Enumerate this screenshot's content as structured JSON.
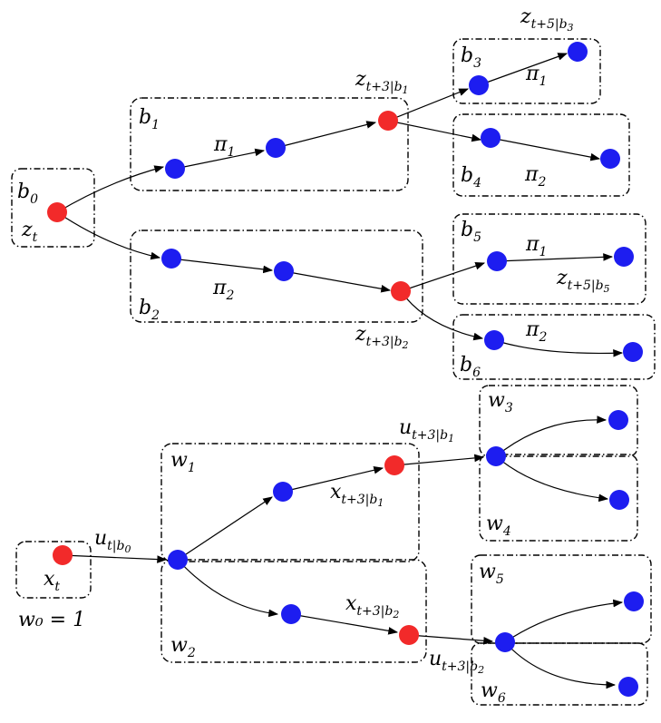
{
  "colors": {
    "decision_node": "#f22a2a",
    "intermediate_node": "#1d1df0",
    "edges": "#000000"
  },
  "top_tree": {
    "boxes": {
      "b0": {
        "name": "b",
        "sub": "0"
      },
      "b1": {
        "name": "b",
        "sub": "1"
      },
      "b2": {
        "name": "b",
        "sub": "2"
      },
      "b3": {
        "name": "b",
        "sub": "3"
      },
      "b4": {
        "name": "b",
        "sub": "4"
      },
      "b5": {
        "name": "b",
        "sub": "5"
      },
      "b6": {
        "name": "b",
        "sub": "6"
      }
    },
    "state_labels": {
      "root": {
        "base": "z",
        "sub": "t"
      },
      "z_b1": {
        "base": "z",
        "sub": "t+3|b",
        "subsub": "1"
      },
      "z_b2": {
        "base": "z",
        "sub": "t+3|b",
        "subsub": "2"
      },
      "z_b3": {
        "base": "z",
        "sub": "t+5|b",
        "subsub": "3"
      },
      "z_b5": {
        "base": "z",
        "sub": "t+5|b",
        "subsub": "5"
      }
    },
    "policy_labels": {
      "b1": {
        "base": "π",
        "sub": "1"
      },
      "b2": {
        "base": "π",
        "sub": "2"
      },
      "b3": {
        "base": "π",
        "sub": "1"
      },
      "b4": {
        "base": "π",
        "sub": "2"
      },
      "b5": {
        "base": "π",
        "sub": "1"
      },
      "b6": {
        "base": "π",
        "sub": "2"
      }
    }
  },
  "bottom_tree": {
    "boxes": {
      "w1": {
        "name": "w",
        "sub": "1"
      },
      "w2": {
        "name": "w",
        "sub": "2"
      },
      "w3": {
        "name": "w",
        "sub": "3"
      },
      "w4": {
        "name": "w",
        "sub": "4"
      },
      "w5": {
        "name": "w",
        "sub": "5"
      },
      "w6": {
        "name": "w",
        "sub": "6"
      }
    },
    "root_state": {
      "base": "x",
      "sub": "t"
    },
    "root_weight": "w₀ = 1",
    "state_labels": {
      "x_b1": {
        "base": "x",
        "sub": "t+3|b",
        "subsub": "1"
      },
      "x_b2": {
        "base": "x",
        "sub": "t+3|b",
        "subsub": "2"
      }
    },
    "control_labels": {
      "u0": {
        "base": "u",
        "sub": "t|b",
        "subsub": "0"
      },
      "u_b1": {
        "base": "u",
        "sub": "t+3|b",
        "subsub": "1"
      },
      "u_b2": {
        "base": "u",
        "sub": "t+3|b",
        "subsub": "2"
      }
    }
  }
}
